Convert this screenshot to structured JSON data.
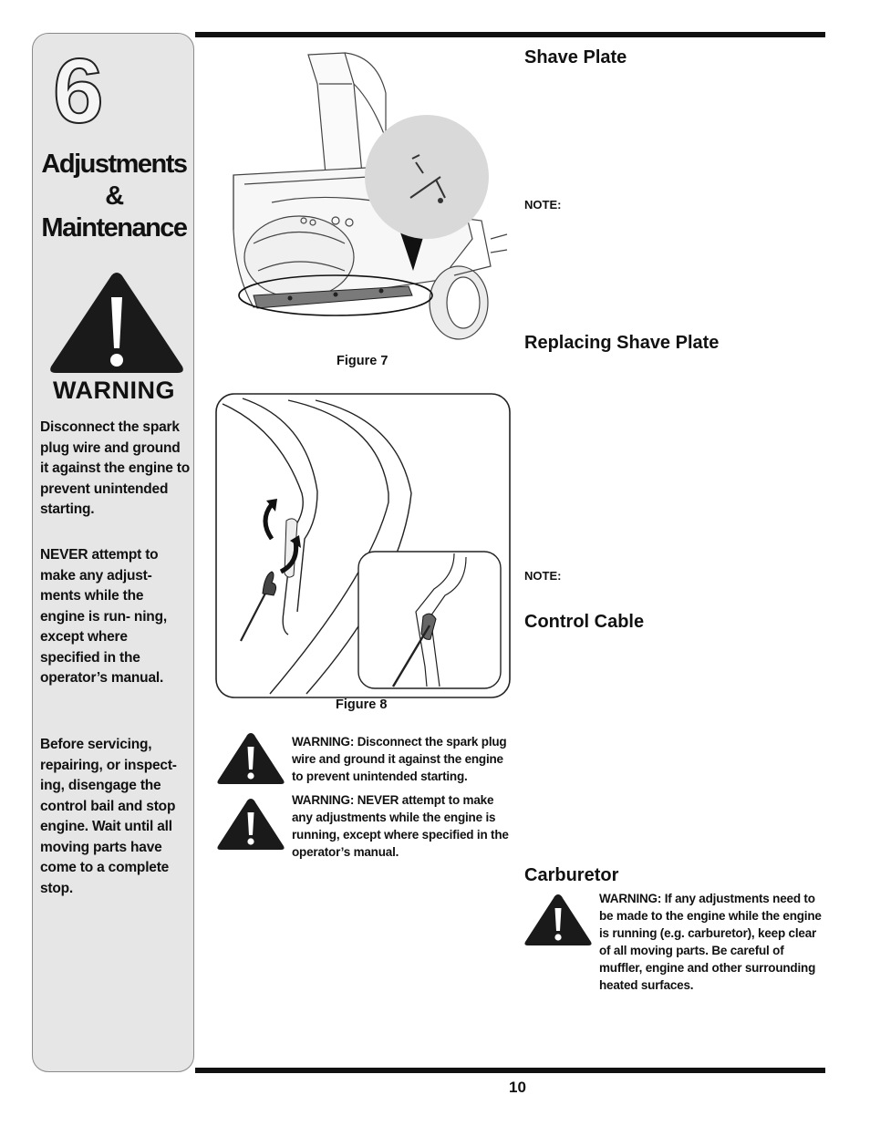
{
  "sidebar": {
    "chapter_number": "6",
    "title_line1": "Adjustments",
    "title_line2": "&",
    "title_line3": "Maintenance",
    "warning_label": "WARNING",
    "paragraph1": "Disconnect the spark plug wire and ground it against the engine to prevent unintended starting.",
    "paragraph2": "NEVER attempt to make any adjust- ments while the  engine is run- ning, except where specified in the operator’s manual.",
    "paragraph3": "Before servicing, repairing, or inspect- ing, disengage the control bail and stop engine. Wait until all moving parts have come to a complete stop."
  },
  "figures": {
    "figure7_caption": "Figure 7",
    "figure8_caption": "Figure 8"
  },
  "middle_warnings": {
    "warning1": "WARNING: Disconnect the spark plug wire and ground it against the engine to prevent unintended starting.",
    "warning2": "WARNING: NEVER attempt to make any adjustments while the engine is running, except where specified in the operator’s manual."
  },
  "right_column": {
    "shave_plate_heading": "Shave Plate",
    "note1": "NOTE:",
    "replacing_heading": "Replacing Shave Plate",
    "note2": "NOTE:",
    "control_cable_heading": "Control Cable",
    "carburetor_heading": "Carburetor",
    "carburetor_warning": "WARNING: If any adjustments need to be made to the engine while the engine is running (e.g. carburetor), keep clear of all moving parts. Be careful of muffler, engine and other surrounding heated surfaces."
  },
  "footer": {
    "page_number": "10"
  },
  "colors": {
    "sidebar_bg": "#e6e6e6",
    "rule": "#111111",
    "warning_triangle": "#1a1a1a"
  },
  "icons": [
    "warning-triangle-icon",
    "rotate-arrow-icon"
  ]
}
